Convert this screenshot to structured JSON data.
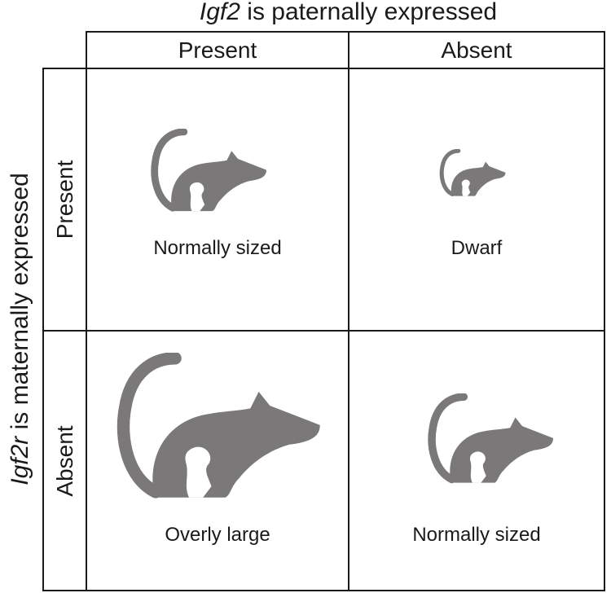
{
  "top_title": {
    "gene": "Igf2",
    "rest": " is paternally expressed"
  },
  "left_title": {
    "gene": "Igf2r",
    "rest": " is maternally expressed"
  },
  "columns": [
    "Present",
    "Absent"
  ],
  "rows": [
    "Present",
    "Absent"
  ],
  "cells": [
    {
      "caption": "Normally sized",
      "icon": "mouse-icon",
      "size": "normal"
    },
    {
      "caption": "Dwarf",
      "icon": "mouse-icon",
      "size": "small"
    },
    {
      "caption": "Overly large",
      "icon": "mouse-icon",
      "size": "large"
    },
    {
      "caption": "Normally sized",
      "icon": "mouse-icon",
      "size": "normal"
    }
  ],
  "colors": {
    "mouse": "#7a7878",
    "line": "#1a1a1a"
  }
}
